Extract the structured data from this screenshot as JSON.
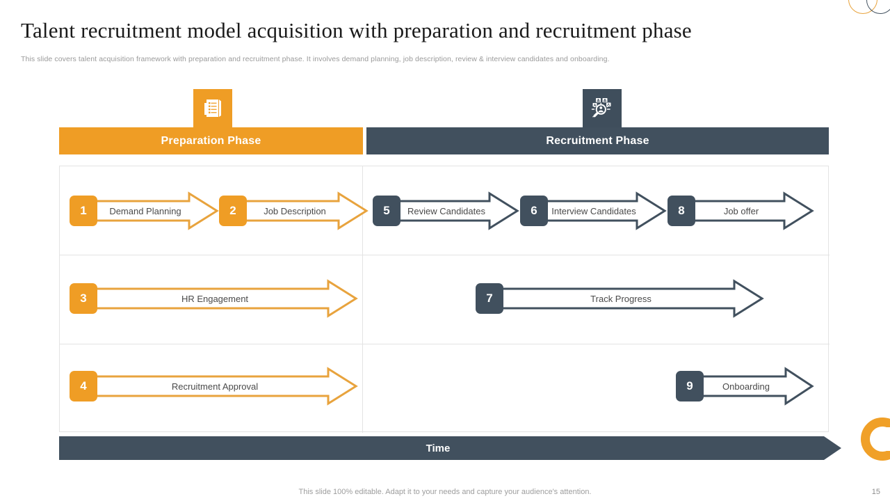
{
  "slide": {
    "title": "Talent recruitment model acquisition with preparation and recruitment phase",
    "subtitle": "This slide covers talent acquisition framework with preparation and recruitment phase. It involves demand planning, job description, review & interview candidates and onboarding.",
    "footer_note": "This slide 100% editable. Adapt it to your needs and capture your audience's attention.",
    "page_number": "15"
  },
  "colors": {
    "orange": "#ef9d25",
    "orange_light": "#f0a028",
    "dark_slate": "#41505e",
    "dark_slate_icon": "#3f4e5c",
    "grid_line": "#e3e3e3",
    "text_dark": "#1a1a1a",
    "text_muted": "#9a9a9a",
    "label_text": "#4a4a4a"
  },
  "phases": [
    {
      "id": "preparation",
      "label": "Preparation Phase",
      "icon": "document-checklist-icon",
      "accent": "#ef9d25"
    },
    {
      "id": "recruitment",
      "label": "Recruitment Phase",
      "icon": "candidate-search-icon",
      "accent": "#41505e"
    }
  ],
  "timeline_axis": {
    "label": "Time"
  },
  "steps": [
    {
      "number": "1",
      "label": "Demand Planning",
      "phase": "preparation",
      "row": 1,
      "color": "orange"
    },
    {
      "number": "2",
      "label": "Job Description",
      "phase": "preparation",
      "row": 1,
      "color": "orange"
    },
    {
      "number": "5",
      "label": "Review Candidates",
      "phase": "recruitment",
      "row": 1,
      "color": "dark"
    },
    {
      "number": "6",
      "label": "Interview Candidates",
      "phase": "recruitment",
      "row": 1,
      "color": "dark"
    },
    {
      "number": "8",
      "label": "Job offer",
      "phase": "recruitment",
      "row": 1,
      "color": "dark"
    },
    {
      "number": "3",
      "label": "HR Engagement",
      "phase": "preparation",
      "row": 2,
      "color": "orange"
    },
    {
      "number": "7",
      "label": "Track Progress",
      "phase": "recruitment",
      "row": 2,
      "color": "dark"
    },
    {
      "number": "4",
      "label": "Recruitment Approval",
      "phase": "preparation",
      "row": 3,
      "color": "orange"
    },
    {
      "number": "9",
      "label": "Onboarding",
      "phase": "recruitment",
      "row": 3,
      "color": "dark"
    }
  ]
}
